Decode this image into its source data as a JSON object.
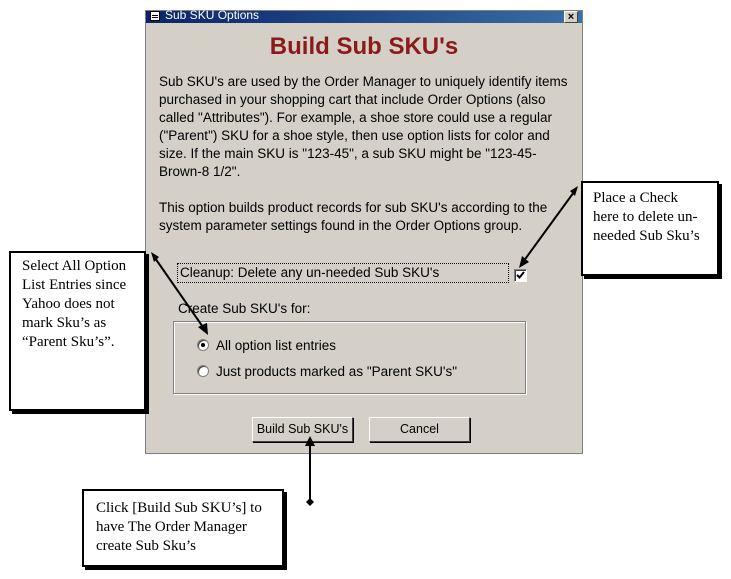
{
  "window": {
    "title": "Sub SKU Options",
    "close_glyph": "×"
  },
  "dialog": {
    "heading": "Build Sub SKU's",
    "paragraph1": "Sub SKU's are used by the Order Manager to uniquely identify items purchased in your shopping cart that include Order Options (also called \"Attributes\"). For example, a shoe store could use a regular (\"Parent\") SKU for a shoe style, then use option lists for color and size. If the main SKU is \"123-45\", a sub SKU might be \"123-45-Brown-8 1/2\".",
    "paragraph2": "This option builds product records for sub SKU's according to the system parameter settings found in the Order Options group.",
    "cleanup_label": "Cleanup: Delete any un-needed Sub SKU's",
    "cleanup_checked": true,
    "group_label": "Create Sub SKU's for:",
    "options": [
      {
        "label": "All option list entries",
        "selected": true
      },
      {
        "label": "Just products marked as \"Parent SKU's\"",
        "selected": false
      }
    ],
    "build_button": "Build Sub SKU's",
    "cancel_button": "Cancel"
  },
  "callouts": {
    "left": "Select All Option List Entries since Yahoo does not mark Sku’s as “Parent Sku’s”.",
    "right": "Place a Check here to delete un-needed Sub Sku’s",
    "bottom": "Click [Build Sub SKU’s] to have The Order Manager create Sub Sku’s"
  },
  "colors": {
    "heading": "#8b1a1a",
    "titlebar": "#0a246a",
    "dialog_bg": "#d4d0c8"
  }
}
